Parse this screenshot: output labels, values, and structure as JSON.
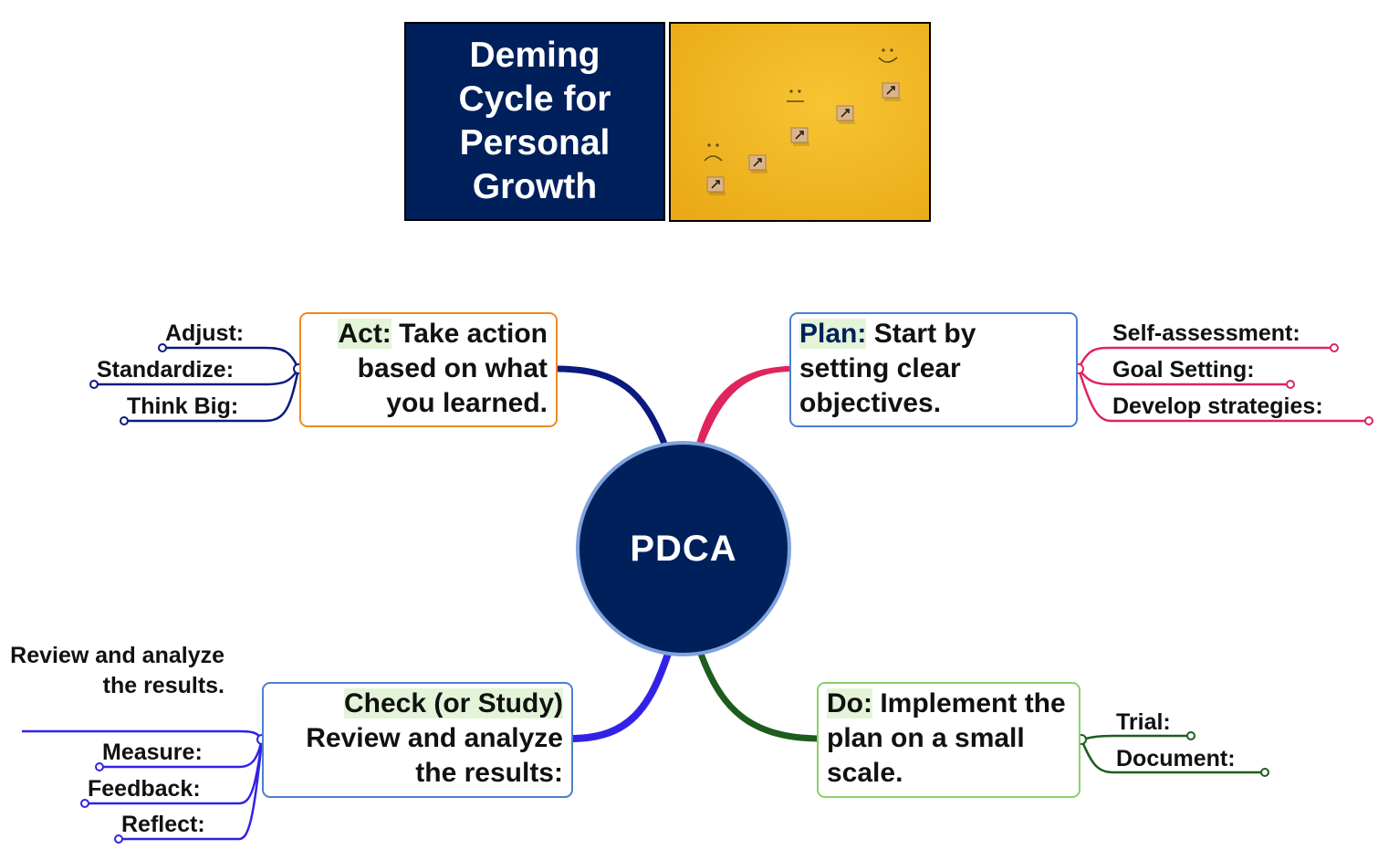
{
  "title": {
    "text": "Deming Cycle for Personal Growth",
    "background": "#00205c"
  },
  "photo": {
    "description_icon": "ascending-blocks-with-faces-icon",
    "background": "#f2b820"
  },
  "center": {
    "label": "PDCA",
    "fill": "#00205c",
    "border": "#7fa3dc"
  },
  "branches": {
    "plan": {
      "lead": "Plan:",
      "text": "Start by setting clear objectives.",
      "border": "#4a7fd0",
      "branch_color": "#e0245e",
      "subtopics": [
        "Self-assessment:",
        "Goal Setting:",
        "Develop strategies:"
      ]
    },
    "do": {
      "lead": "Do:",
      "text": "Implement the plan on a small scale.",
      "border": "#8ad16a",
      "branch_color": "#1e5c1e",
      "subtopics": [
        "Trial:",
        "Document:"
      ]
    },
    "check": {
      "lead": "Check (or Study)",
      "text": "Review and analyze the results:",
      "border": "#4a7fd0",
      "branch_color": "#3322e6",
      "subtopics": [
        "Review and analyze the results.",
        "Measure:",
        "Feedback:",
        "Reflect:"
      ]
    },
    "act": {
      "lead": "Act:",
      "text": "Take action based on what you learned.",
      "border": "#ef8a1e",
      "branch_color": "#0a1a80",
      "subtopics": [
        "Adjust:",
        "Standardize:",
        "Think Big:"
      ]
    }
  }
}
